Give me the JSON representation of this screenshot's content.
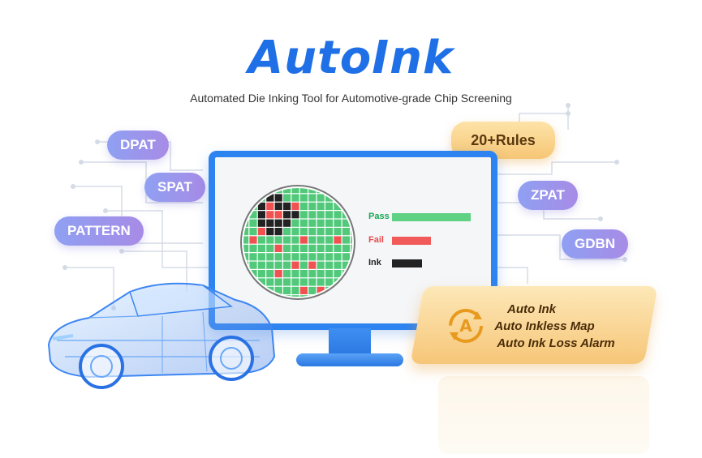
{
  "brand": {
    "logo": "AutoInk",
    "subtitle": "Automated Die Inking Tool for Automotive-grade Chip Screening",
    "accent": "#1f6fe6"
  },
  "tags": {
    "dpat": "DPAT",
    "spat": "SPAT",
    "pattern": "PATTERN",
    "zpat": "ZPAT",
    "gdbn": "GDBN"
  },
  "rules_badge": "20+Rules",
  "legend": {
    "pass": {
      "label": "Pass",
      "color": "#19a852",
      "bar_color": "#5ed183"
    },
    "fail": {
      "label": "Fail",
      "color": "#e84a4a",
      "bar_color": "#f25a5a"
    },
    "ink": {
      "label": "Ink",
      "color": "#222222",
      "bar_color": "#222222"
    }
  },
  "features": {
    "line1": "Auto Ink",
    "line2": "Auto Inkless Map",
    "line3": "Auto Ink Loss Alarm",
    "icon": "auto-ink-cycle-icon"
  }
}
